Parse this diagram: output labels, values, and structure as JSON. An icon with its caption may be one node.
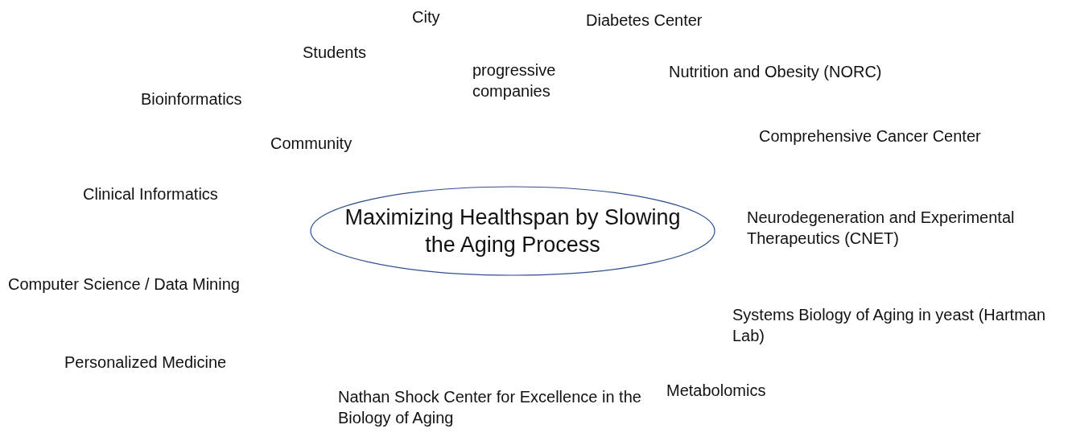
{
  "diagram": {
    "nodes": [
      {
        "text": [
          "Maximizing Healthspan by Slowing the Aging Process"
        ]
      }
    ],
    "labels": [
      "City",
      "Diabetes Center",
      "Students",
      "progressive companies",
      "Nutrition and Obesity (NORC)",
      "Bioinformatics",
      "Community",
      "Comprehensive Cancer Center",
      "Clinical Informatics",
      "Neurodegeneration and Experimental Therapeutics (CNET)",
      "Computer Science / Data Mining",
      "Systems Biology of Aging in yeast (Hartman Lab)",
      "Personalized Medicine",
      "Metabolomics",
      "Nathan Shock Center for Excellence in the Biology of Aging"
    ]
  }
}
